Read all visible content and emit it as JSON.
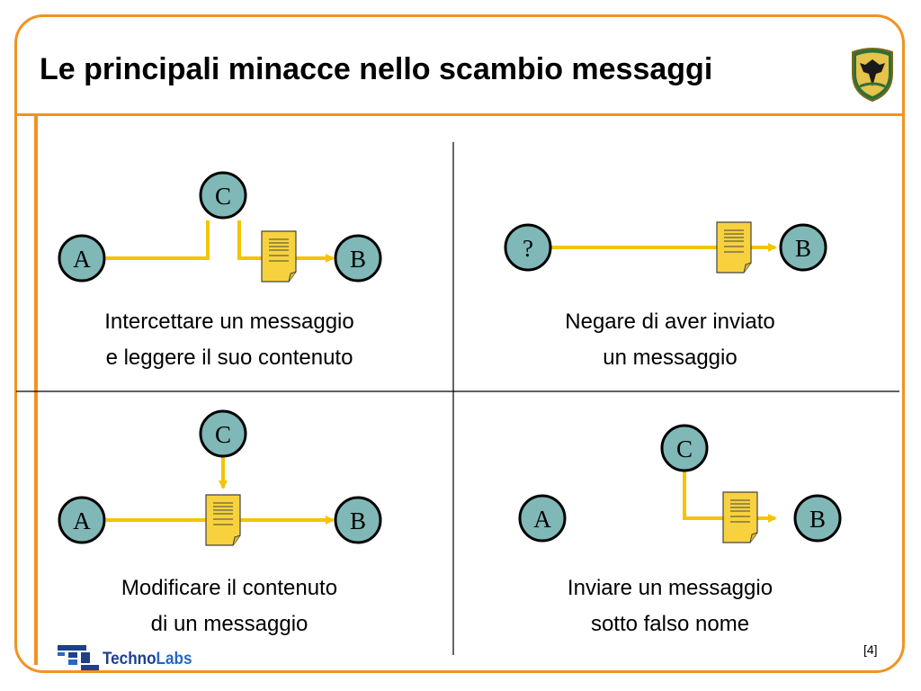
{
  "title": "Le principali minacce nello scambio messaggi",
  "panels": [
    {
      "caption_line1": "Intercettare un messaggio",
      "caption_line2": "e leggere il suo contenuto",
      "nodes": [
        "A",
        "B",
        "C"
      ]
    },
    {
      "caption_line1": "Negare di aver inviato",
      "caption_line2": "un messaggio",
      "nodes": [
        "?",
        "B"
      ]
    },
    {
      "caption_line1": "Modificare il contenuto",
      "caption_line2": "di un messaggio",
      "nodes": [
        "A",
        "B",
        "C"
      ]
    },
    {
      "caption_line1": "Inviare un messaggio",
      "caption_line2": "sotto falso nome",
      "nodes": [
        "A",
        "B",
        "C"
      ]
    }
  ],
  "footer": {
    "brand_part1": "Techno",
    "brand_part2": "Labs",
    "page": "[4]"
  },
  "colors": {
    "frame": "#f39221",
    "node_fill": "#7fb8b7",
    "connector": "#f5c400",
    "document": "#f7d23e"
  },
  "icons": [
    "shield-crest-icon",
    "document-icon",
    "technolabs-logo-icon"
  ]
}
